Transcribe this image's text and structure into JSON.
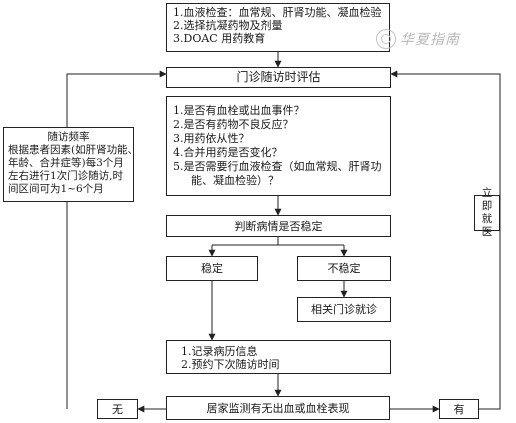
{
  "top_box": {
    "lines": [
      "1.血液检查：血常规、肝肾功能、凝血检验",
      "2.选择抗凝药物及剂量",
      "3.DOAC 用药教育"
    ]
  },
  "watermark": {
    "text": "华夏指南"
  },
  "eval_title": "门诊随访时评估",
  "eval_questions": [
    "1.是否有血栓或出血事件？",
    "2.是否有药物不良反应？",
    "3.用药依从性？",
    "4.合并用药是否变化？",
    "5.是否需要行血液检查（如血常规、肝肾功",
    "能、凝血检验）？"
  ],
  "freq_box": {
    "title": "随访频率",
    "lines": [
      "根据患者因素(如肝肾功能、",
      "年龄、合并症等)每3个月",
      "左右进行1次门诊随访,时",
      "间区间可为1~6个月"
    ]
  },
  "urgent_box": {
    "text": "立即就医"
  },
  "judge": "判断病情是否稳定",
  "stable": "稳定",
  "unstable": "不稳定",
  "related": "相关门诊就诊",
  "record_lines": [
    "1.记录病历信息",
    "2.预约下次随访时间"
  ],
  "monitor": "居家监测有无出血或血栓表现",
  "no_label": "无",
  "yes_label": "有",
  "colors": {
    "stroke": "#222222",
    "watermark": "#b8b8b8"
  }
}
